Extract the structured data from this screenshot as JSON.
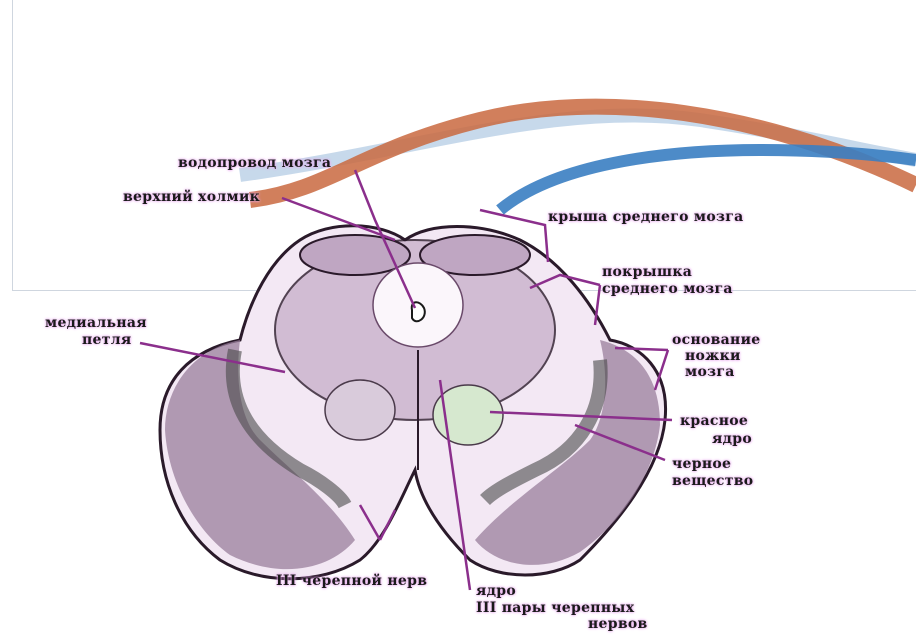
{
  "colors": {
    "wave_orange": "#c9683f",
    "wave_light_blue": "#b9cfe6",
    "wave_blue": "#3a7ec2",
    "tissue": "#f3e8f4",
    "pointer": "#8b2f8c",
    "halo": "#e8a8ee"
  },
  "labels": {
    "aqueduct": "водопровод мозга",
    "superior_colliculus": "верхний холмик",
    "tectum": "крыша среднего мозга",
    "tegmentum_line1": "покрышка",
    "tegmentum_line2": "среднего мозга",
    "medial_lemniscus_line1": "медиальная",
    "medial_lemniscus_line2": "петля",
    "basis_line1": "основание",
    "basis_line2": "ножки",
    "basis_line3": "мозга",
    "red_nucleus_line1": "красное",
    "red_nucleus_line2": "ядро",
    "substantia_nigra_line1": "черное",
    "substantia_nigra_line2": "вещество",
    "cn3": "III черепной нерв",
    "nucleus_line1": "ядро",
    "nucleus_line2": "III пары черепных",
    "nucleus_line3": "нервов"
  }
}
